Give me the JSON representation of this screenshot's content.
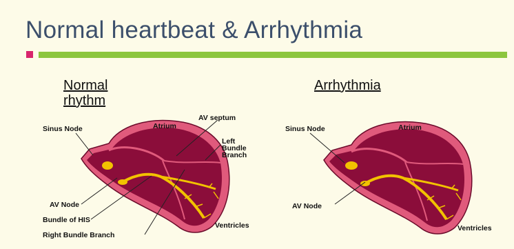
{
  "title": "Normal heartbeat & Arrhythmia",
  "accent_colors": {
    "square": "#d8256d",
    "bar": "#8cc63f",
    "heart": "#8b0d3a",
    "pathway": "#f2c200",
    "title_text": "#3c4f6b"
  },
  "normal": {
    "heading_line1": "Normal",
    "heading_line2": "rhythm",
    "labels": {
      "sinus_node": "Sinus Node",
      "atrium": "Atrium",
      "av_septum": "AV septum",
      "left_bundle_1": "Left",
      "left_bundle_2": "Bundle",
      "left_bundle_3": "Branch",
      "av_node": "AV Node",
      "bundle_of_his": "Bundle of HIS",
      "right_bundle_branch": "Right Bundle Branch",
      "ventricles": "Ventricles"
    }
  },
  "arrhythmia": {
    "heading": "Arrhythmia",
    "labels": {
      "sinus_node": "Sinus Node",
      "atrium": "Atrium",
      "av_node": "AV Node",
      "ventricles": "Ventricles"
    }
  }
}
